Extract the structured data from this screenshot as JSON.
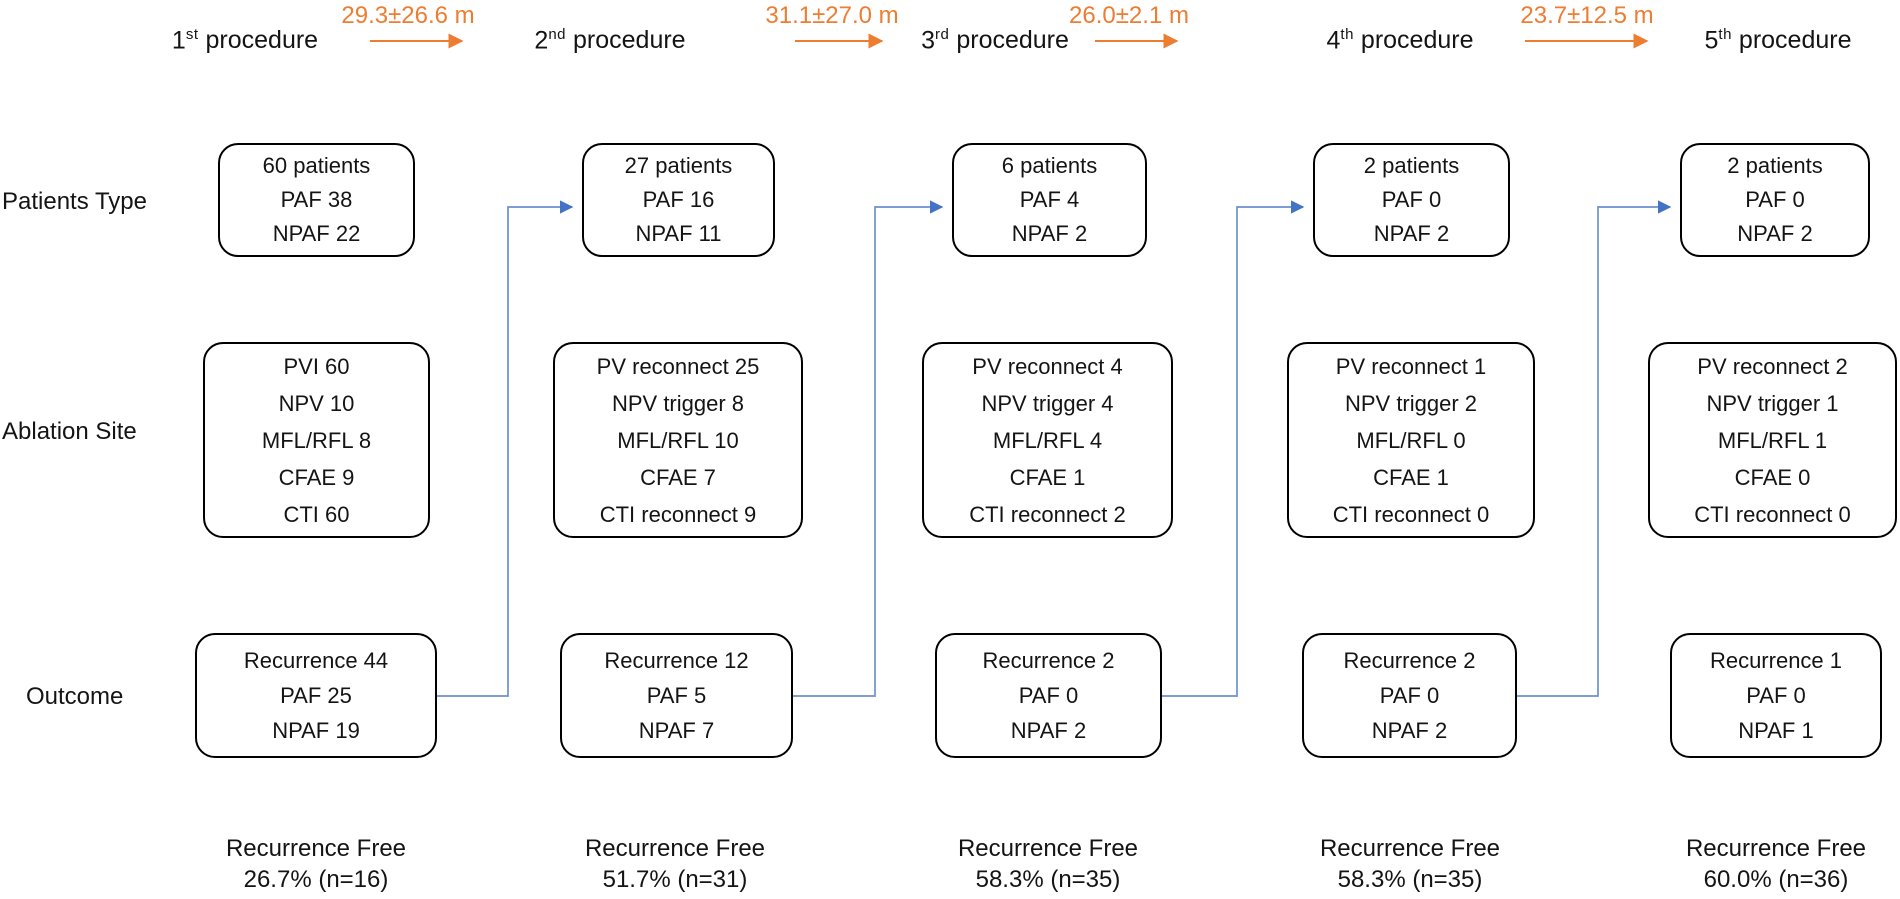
{
  "figure": "Atrial fibrillation repeat ablation flow diagram",
  "colors": {
    "accent_orange": "#ED7D31",
    "connector_blue": "#6F8FCE",
    "arrowhead_blue": "#4472C4",
    "box_border": "#000000",
    "text": "#141414",
    "background": "#FFFFFF"
  },
  "header": {
    "procedures": [
      {
        "ordinal": "1",
        "suffix": "st",
        "word": "procedure"
      },
      {
        "ordinal": "2",
        "suffix": "nd",
        "word": "procedure"
      },
      {
        "ordinal": "3",
        "suffix": "rd",
        "word": "procedure"
      },
      {
        "ordinal": "4",
        "suffix": "th",
        "word": "procedure"
      },
      {
        "ordinal": "5",
        "suffix": "th",
        "word": "procedure"
      }
    ],
    "intervals": [
      "29.3±26.6 m",
      "31.1±27.0 m",
      "26.0±2.1 m",
      "23.7±12.5 m"
    ]
  },
  "row_labels": [
    "Patients Type",
    "Ablation Site",
    "Outcome"
  ],
  "columns": [
    {
      "patients": [
        "60 patients",
        "PAF 38",
        "NPAF 22"
      ],
      "ablation": [
        "PVI 60",
        "NPV 10",
        "MFL/RFL 8",
        "CFAE 9",
        "CTI 60"
      ],
      "outcome": [
        "Recurrence 44",
        "PAF 25",
        "NPAF 19"
      ],
      "recurrence_free": {
        "label": "Recurrence Free",
        "value": "26.7% (n=16)"
      }
    },
    {
      "patients": [
        "27 patients",
        "PAF 16",
        "NPAF 11"
      ],
      "ablation": [
        "PV reconnect 25",
        "NPV trigger 8",
        "MFL/RFL 10",
        "CFAE 7",
        "CTI reconnect 9"
      ],
      "outcome": [
        "Recurrence 12",
        "PAF 5",
        "NPAF 7"
      ],
      "recurrence_free": {
        "label": "Recurrence Free",
        "value": "51.7% (n=31)"
      }
    },
    {
      "patients": [
        "6 patients",
        "PAF 4",
        "NPAF 2"
      ],
      "ablation": [
        "PV reconnect 4",
        "NPV trigger 4",
        "MFL/RFL 4",
        "CFAE 1",
        "CTI reconnect 2"
      ],
      "outcome": [
        "Recurrence 2",
        "PAF 0",
        "NPAF 2"
      ],
      "recurrence_free": {
        "label": "Recurrence Free",
        "value": "58.3% (n=35)"
      }
    },
    {
      "patients": [
        "2 patients",
        "PAF 0",
        "NPAF 2"
      ],
      "ablation": [
        "PV reconnect 1",
        "NPV trigger 2",
        "MFL/RFL 0",
        "CFAE 1",
        "CTI reconnect 0"
      ],
      "outcome": [
        "Recurrence 2",
        "PAF 0",
        "NPAF 2"
      ],
      "recurrence_free": {
        "label": "Recurrence Free",
        "value": "58.3% (n=35)"
      }
    },
    {
      "patients": [
        "2 patients",
        "PAF 0",
        "NPAF 2"
      ],
      "ablation": [
        "PV reconnect 2",
        "NPV trigger 1",
        "MFL/RFL 1",
        "CFAE 0",
        "CTI reconnect 0"
      ],
      "outcome": [
        "Recurrence 1",
        "PAF 0",
        "NPAF 1"
      ],
      "recurrence_free": {
        "label": "Recurrence Free",
        "value": "60.0% (n=36)"
      }
    }
  ]
}
